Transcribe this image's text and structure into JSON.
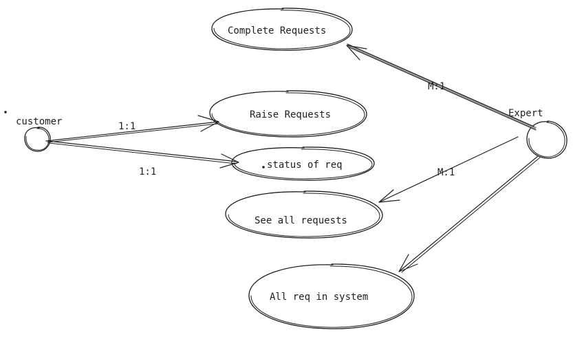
{
  "diagram": {
    "actors": {
      "customer": {
        "label": "customer"
      },
      "expert": {
        "label": "Expert"
      }
    },
    "use_cases": {
      "complete_requests": {
        "label": "Complete Requests"
      },
      "raise_requests": {
        "label": "Raise Requests"
      },
      "status_of_req": {
        "label": "status of req"
      },
      "see_all_requests": {
        "label": "See all requests"
      },
      "all_req_in_system": {
        "label": "All req in system"
      }
    },
    "connections": {
      "customer_raise": {
        "label": "1:1"
      },
      "customer_status": {
        "label": "1:1"
      },
      "expert_complete": {
        "label": "M:1"
      },
      "expert_see_all": {
        "label": "M:1"
      }
    },
    "colors": {
      "ink": "#1e1e1e",
      "highlight_line": "#9a9a9a"
    }
  }
}
